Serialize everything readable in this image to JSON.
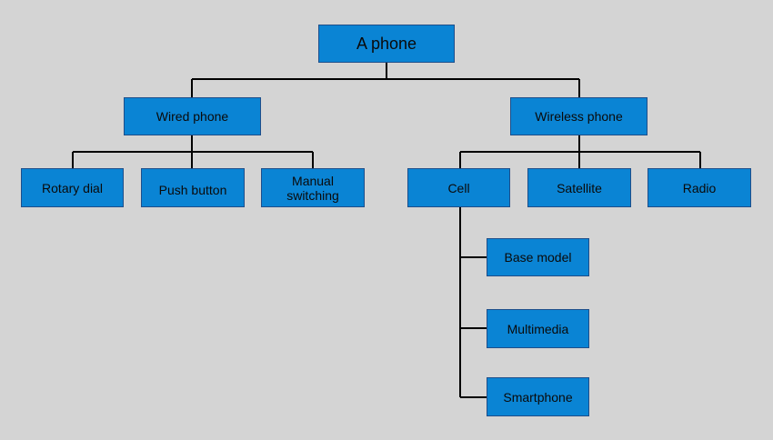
{
  "colors": {
    "background": "#d4d4d4",
    "node_fill": "#0a84d4",
    "node_border": "#1e4e8a",
    "connector": "#000000",
    "text": "#0a0a0a"
  },
  "diagram": {
    "root": {
      "label": "A phone"
    },
    "wired": {
      "label": "Wired phone",
      "children": [
        "Rotary dial",
        "Push button",
        "Manual\nswitching"
      ]
    },
    "wireless": {
      "label": "Wireless phone",
      "children": [
        "Cell",
        "Satellite",
        "Radio"
      ]
    },
    "cell": {
      "children": [
        "Base model",
        "Multimedia",
        "Smartphone"
      ]
    }
  }
}
